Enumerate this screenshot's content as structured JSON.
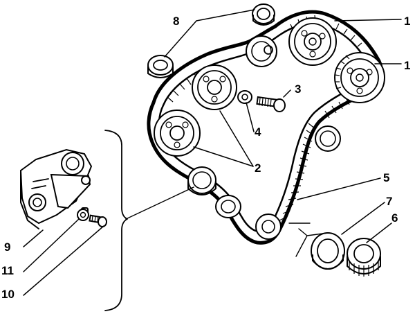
{
  "diagram": {
    "callouts": [
      {
        "id": "c1a",
        "text": "1"
      },
      {
        "id": "c1b",
        "text": "1"
      },
      {
        "id": "c2",
        "text": "2"
      },
      {
        "id": "c3",
        "text": "3"
      },
      {
        "id": "c4",
        "text": "4"
      },
      {
        "id": "c5",
        "text": "5"
      },
      {
        "id": "c6",
        "text": "6"
      },
      {
        "id": "c7",
        "text": "7"
      },
      {
        "id": "c8",
        "text": "8"
      },
      {
        "id": "c9",
        "text": "9"
      },
      {
        "id": "c10",
        "text": "10"
      },
      {
        "id": "c11",
        "text": "11"
      }
    ]
  }
}
